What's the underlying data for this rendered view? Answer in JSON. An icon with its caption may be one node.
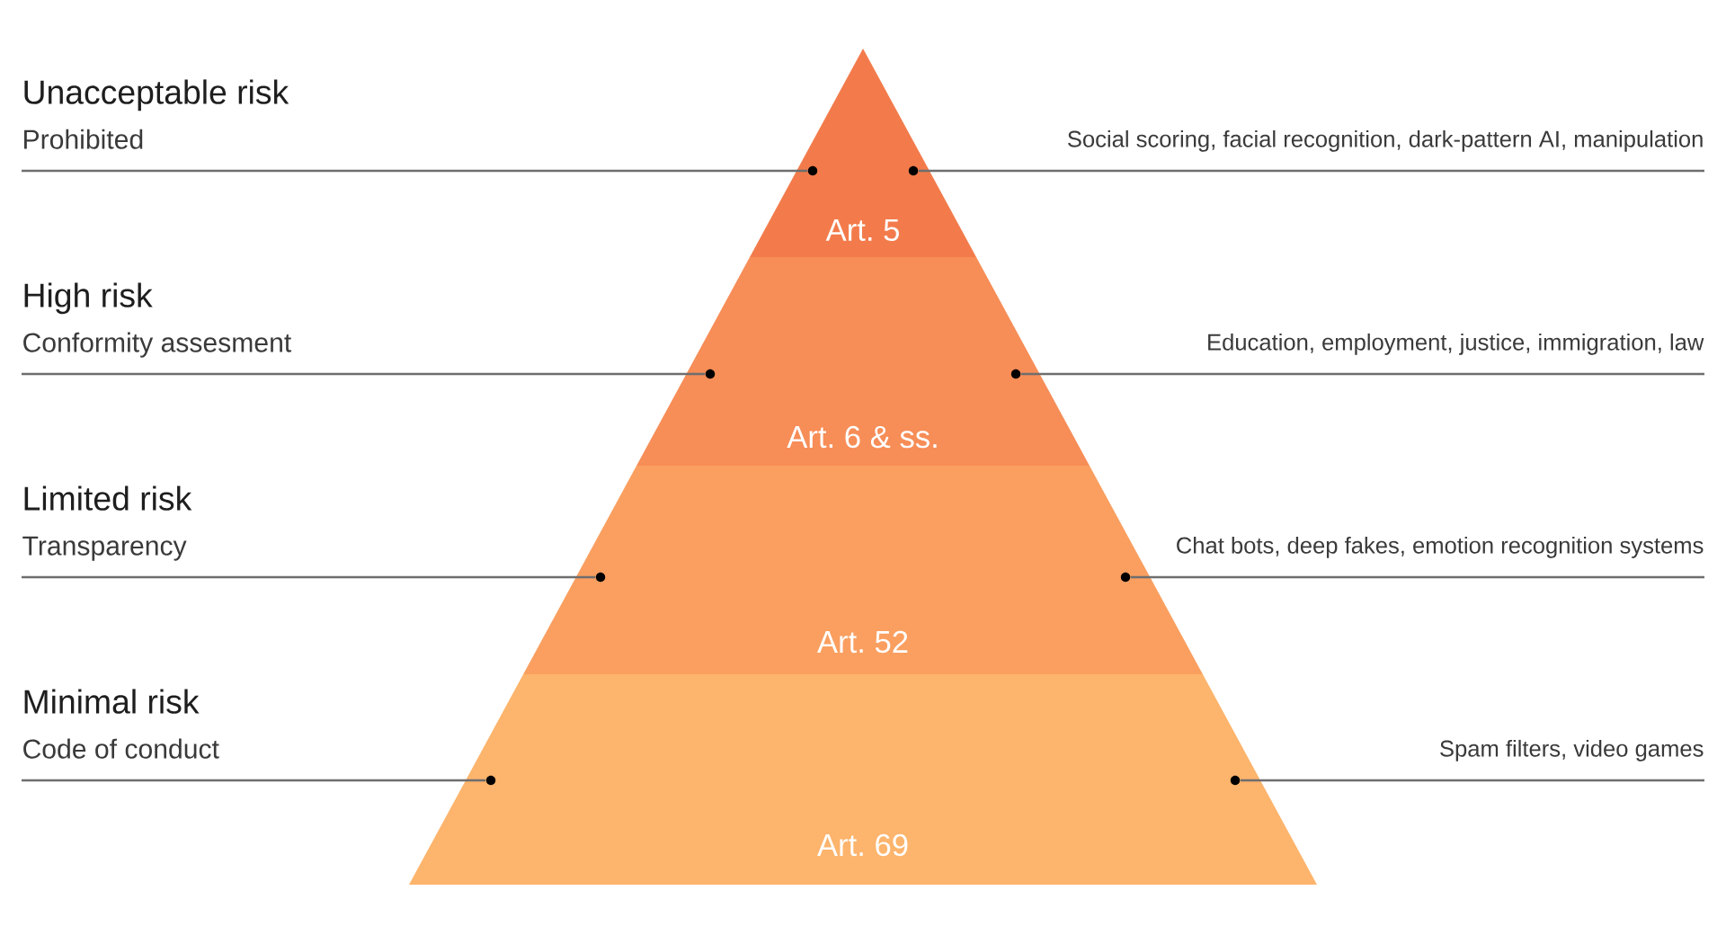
{
  "diagram": {
    "nodes": [
      {
        "text": [
          "Unacceptable risk",
          "Prohibited"
        ]
      },
      {
        "text": [
          "Art. 5"
        ]
      },
      {
        "text": [],
        "shape": "circle",
        "in": 1
      },
      {
        "text": [],
        "shape": "circle",
        "in": 1
      },
      {
        "text": [
          "Social scoring, facial recognition, dark-pattern AI, manipulation"
        ]
      },
      {
        "text": [
          "High risk",
          "Conformity assesment"
        ]
      },
      {
        "text": [
          "Art. 6 & ss."
        ]
      },
      {
        "text": [],
        "shape": "circle",
        "in": 6
      },
      {
        "text": [],
        "shape": "circle",
        "in": 6
      },
      {
        "text": [
          "Education, employment, justice, immigration, law"
        ]
      },
      {
        "text": [
          "Limited risk",
          "Transparency"
        ]
      },
      {
        "text": [
          "Art. 52"
        ]
      },
      {
        "text": [],
        "shape": "circle",
        "in": 11
      },
      {
        "text": [],
        "shape": "circle",
        "in": 11
      },
      {
        "text": [
          "Chat bots, deep fakes, emotion recognition systems"
        ]
      },
      {
        "text": [
          "Minimal risk",
          "Code of conduct"
        ]
      },
      {
        "text": [
          "Art. 69"
        ]
      },
      {
        "text": [],
        "shape": "circle",
        "in": 16
      },
      {
        "text": [],
        "shape": "circle",
        "in": 16
      },
      {
        "text": [
          "Spam filters, video games"
        ]
      }
    ],
    "edges": [
      {
        "from": 0,
        "to": 2,
        "arrow": "none"
      },
      {
        "from": 4,
        "to": 3,
        "arrow": "none"
      },
      {
        "from": 5,
        "to": 7,
        "arrow": "none"
      },
      {
        "from": 9,
        "to": 8,
        "arrow": "none"
      },
      {
        "from": 10,
        "to": 12,
        "arrow": "none"
      },
      {
        "from": 14,
        "to": 13,
        "arrow": "none"
      },
      {
        "from": 15,
        "to": 17,
        "arrow": "none"
      },
      {
        "from": 19,
        "to": 18,
        "arrow": "none"
      }
    ]
  }
}
